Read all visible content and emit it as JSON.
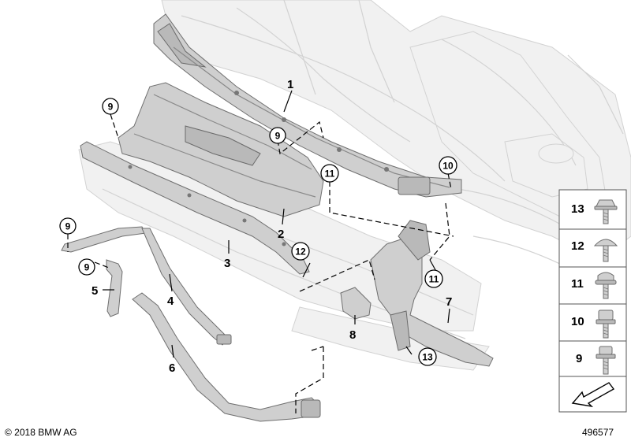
{
  "parts": {
    "p1": "1",
    "p2": "2",
    "p3": "3",
    "p4": "4",
    "p5": "5",
    "p6": "6",
    "p7": "7",
    "p8": "8"
  },
  "callouts": {
    "c9_shield": "9",
    "c9_center": "9",
    "c9_bar": "9",
    "c9_bracket": "9",
    "c10": "10",
    "c11_top": "11",
    "c11_right": "11",
    "c12": "12",
    "c13": "13"
  },
  "legend": {
    "items": [
      {
        "number": "13",
        "type": "hex-flange-screw-icon"
      },
      {
        "number": "12",
        "type": "round-head-screw-icon"
      },
      {
        "number": "11",
        "type": "collar-screw-icon"
      },
      {
        "number": "10",
        "type": "hex-bolt-icon"
      },
      {
        "number": "9",
        "type": "flange-screw-icon"
      }
    ],
    "arrow_icon": "direction-arrow-icon"
  },
  "footer": {
    "copyright": "© 2018 BMW AG",
    "image_number": "496577"
  }
}
